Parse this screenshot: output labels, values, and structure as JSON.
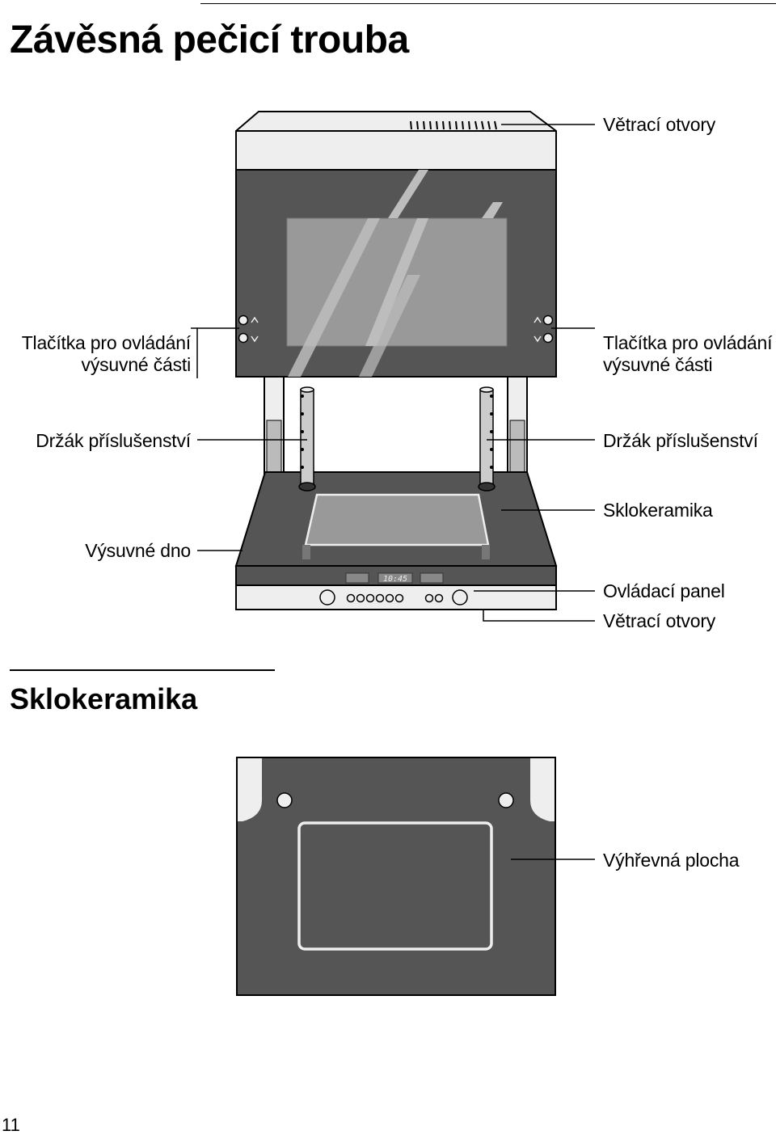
{
  "page": {
    "title": "Závěsná pečicí trouba",
    "section_title": "Sklokeramika",
    "page_number": "11"
  },
  "oven_figure": {
    "labels": {
      "vents_top": "Větrací otvory",
      "buttons_left_1": "Tlačítka pro ovládání",
      "buttons_left_2": "výsuvné části",
      "buttons_right_1": "Tlačítka pro ovládání",
      "buttons_right_2": "výsuvné části",
      "holder_left": "Držák příslušenství",
      "holder_right": "Držák příslušenství",
      "glass_ceramic": "Sklokeramika",
      "drawer_bottom": "Výsuvné dno",
      "control_panel": "Ovládací panel",
      "vents_bottom": "Větrací otvory"
    },
    "display_time": "10:45"
  },
  "hob_figure": {
    "labels": {
      "heating_zone": "Výhřevná plocha"
    }
  },
  "colors": {
    "dark_panel": "#555555",
    "glass": "#999999",
    "light_panel": "#eeeeee",
    "outline": "#000000"
  }
}
